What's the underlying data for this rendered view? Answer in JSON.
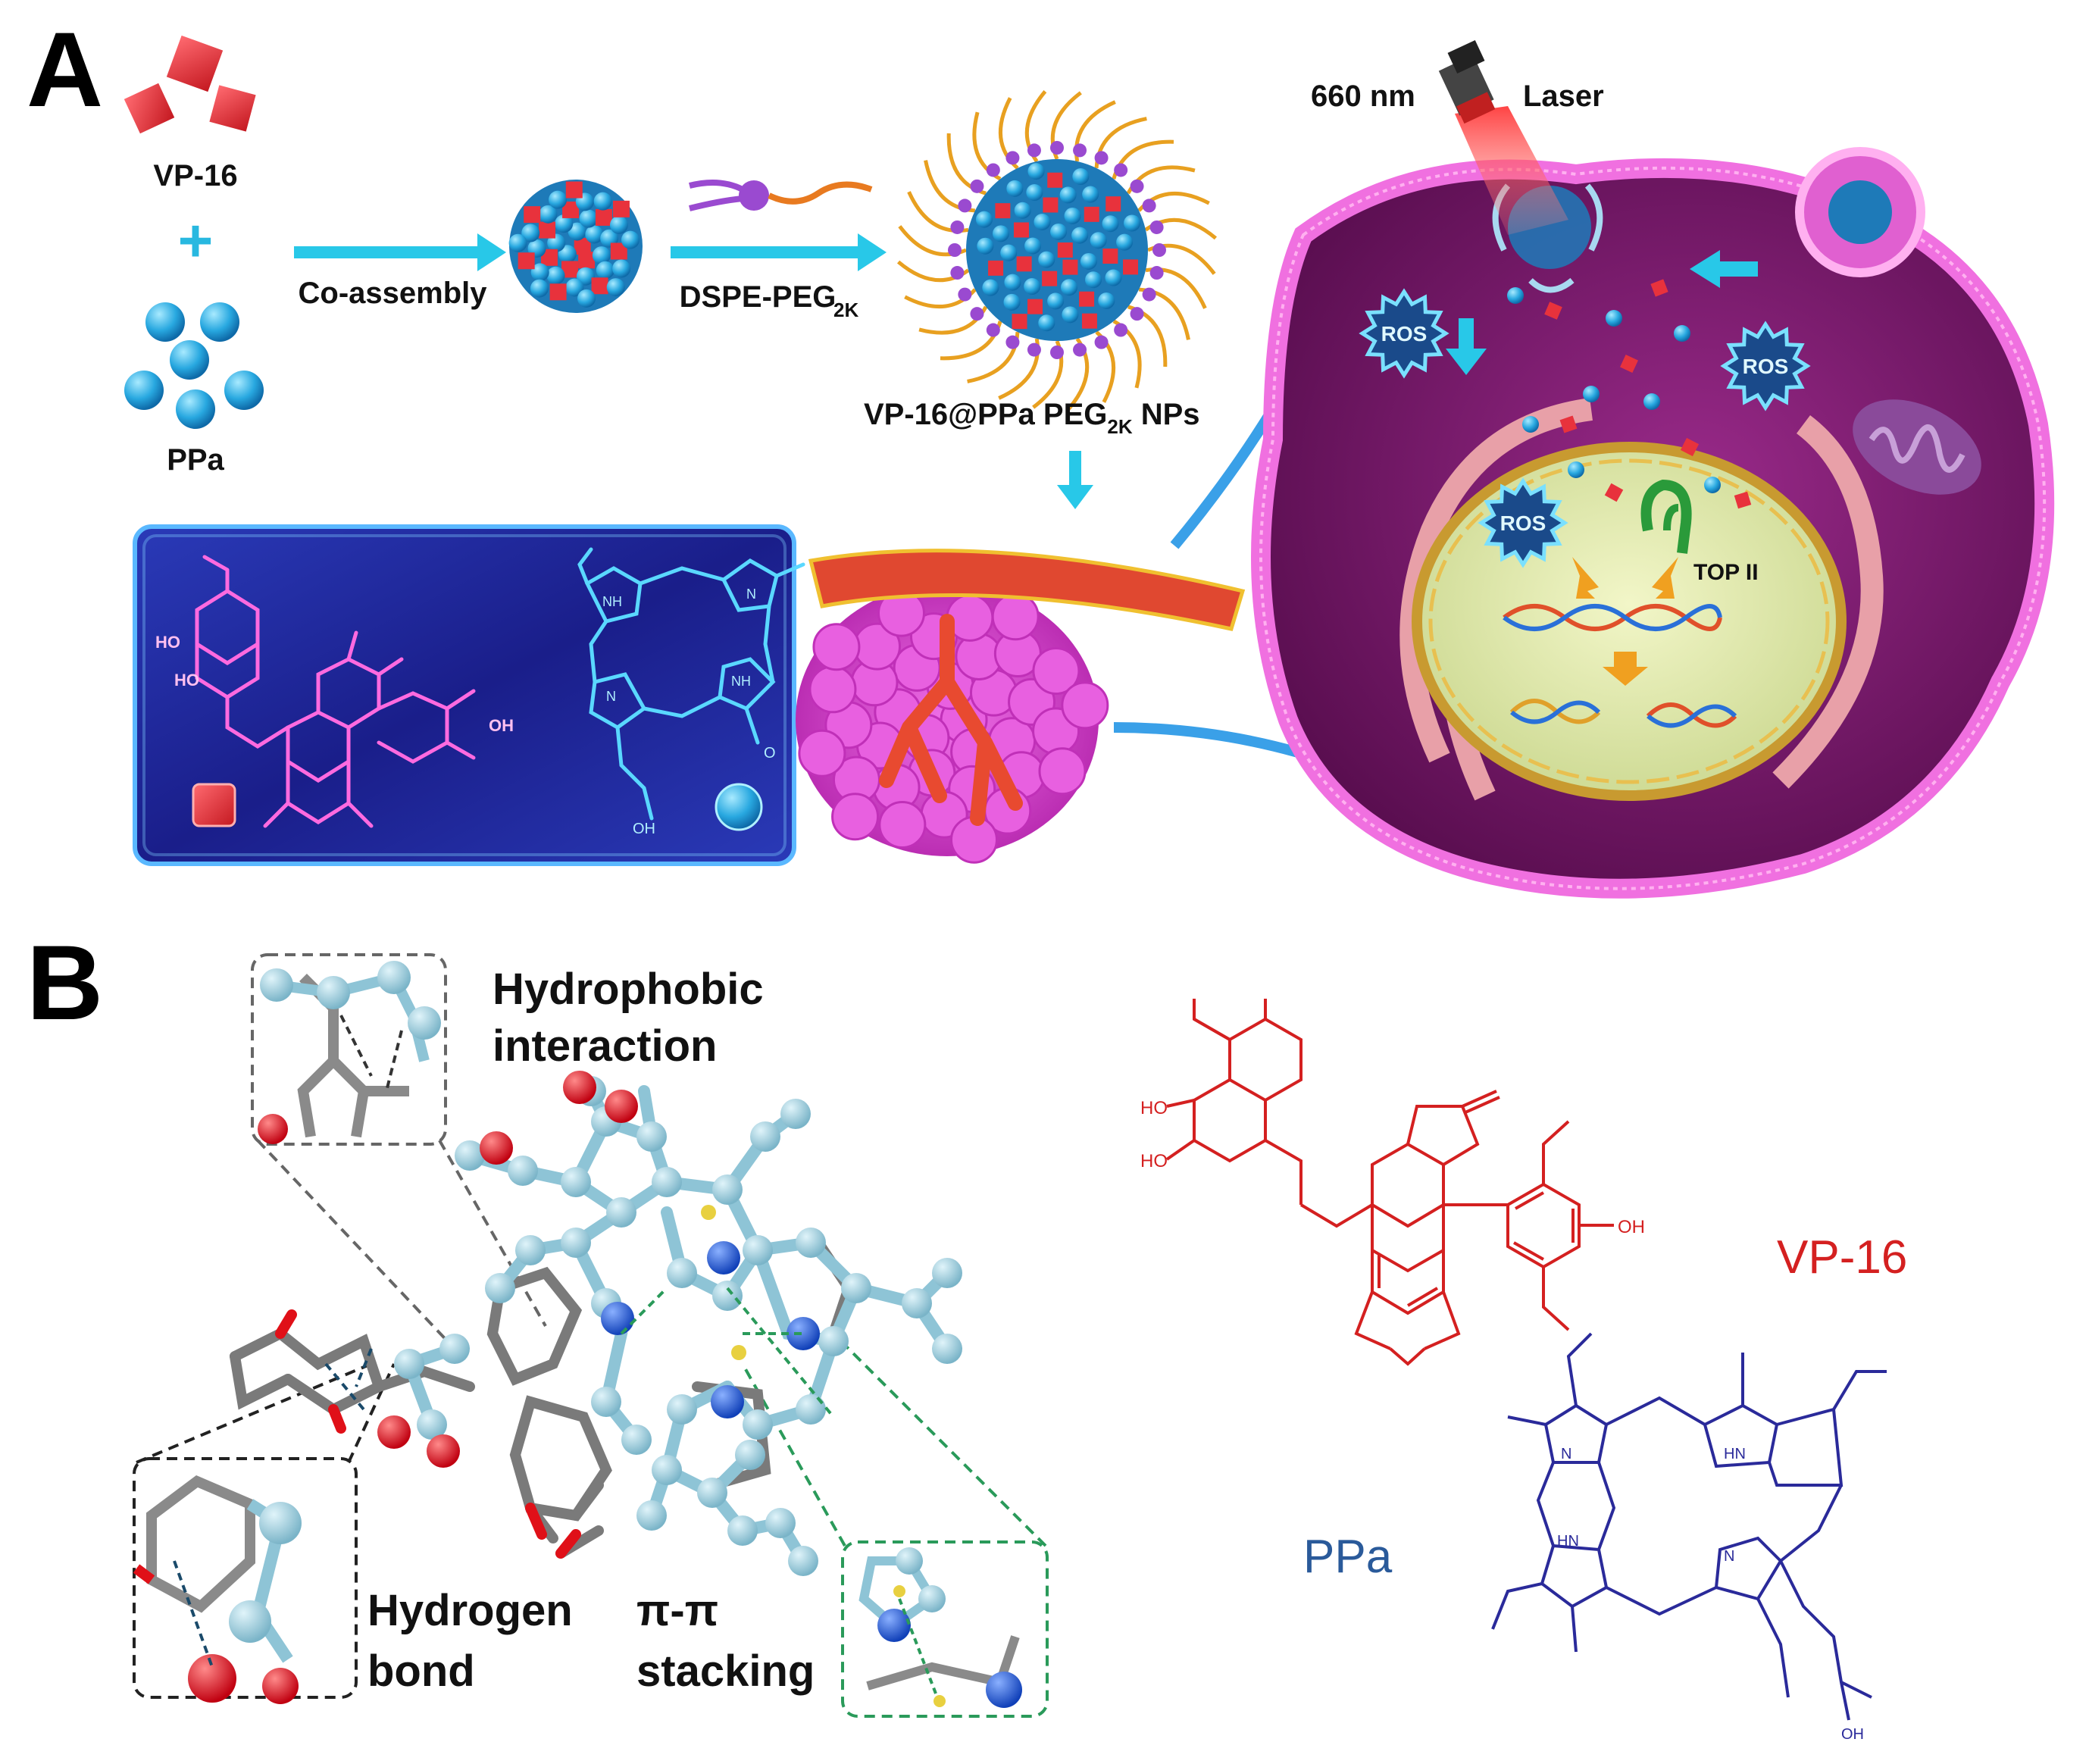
{
  "panel_a": {
    "letter": "A",
    "vp16_label": "VP-16",
    "plus_sign": "+",
    "ppa_label": "PPa",
    "step1_label": "Co-assembly",
    "step2_label": "DSPE-PEG",
    "step2_sub": "2K",
    "np_label_main": "VP-16@PPa PEG",
    "np_label_sub": "2K",
    "np_label_tail": " NPs",
    "laser_wavelength": "660 nm",
    "laser_label": "Laser",
    "ros_badge": "ROS",
    "top2_label": "TOP II",
    "ho": "HO",
    "oh": "OH",
    "o": "O",
    "nh": "NH",
    "n": "N"
  },
  "panel_b": {
    "letter": "B",
    "hydrophobic_label_1": "Hydrophobic",
    "hydrophobic_label_2": "interaction",
    "hbond_label_1": "Hydrogen",
    "hbond_label_2": "bond",
    "pi_label_1": "π-π",
    "pi_label_2": "stacking",
    "vp16_name": "VP-16",
    "ppa_name": "PPa",
    "ho": "HO",
    "oh": "OH",
    "n": "N",
    "hn": "HN",
    "oh_small": "OH"
  },
  "colors": {
    "vp16_red": "#d42020",
    "ppa_blue": "#2a2a9a",
    "ppa_name_blue": "#2a5a9a",
    "cube_red": "#e8323c",
    "sphere_cyan": "#28a8e0",
    "arrow_cyan": "#28c8e8",
    "cell_magenta": "#e040c8",
    "cell_purple": "#7a1a6a",
    "nucleus_green": "#dfe8a8",
    "dark_panel_blue": "#1a2a9a",
    "carbon_blue": "#8ec4d6",
    "nitrogen_blue": "#1e5ad6",
    "oxygen_red": "#e01018"
  }
}
